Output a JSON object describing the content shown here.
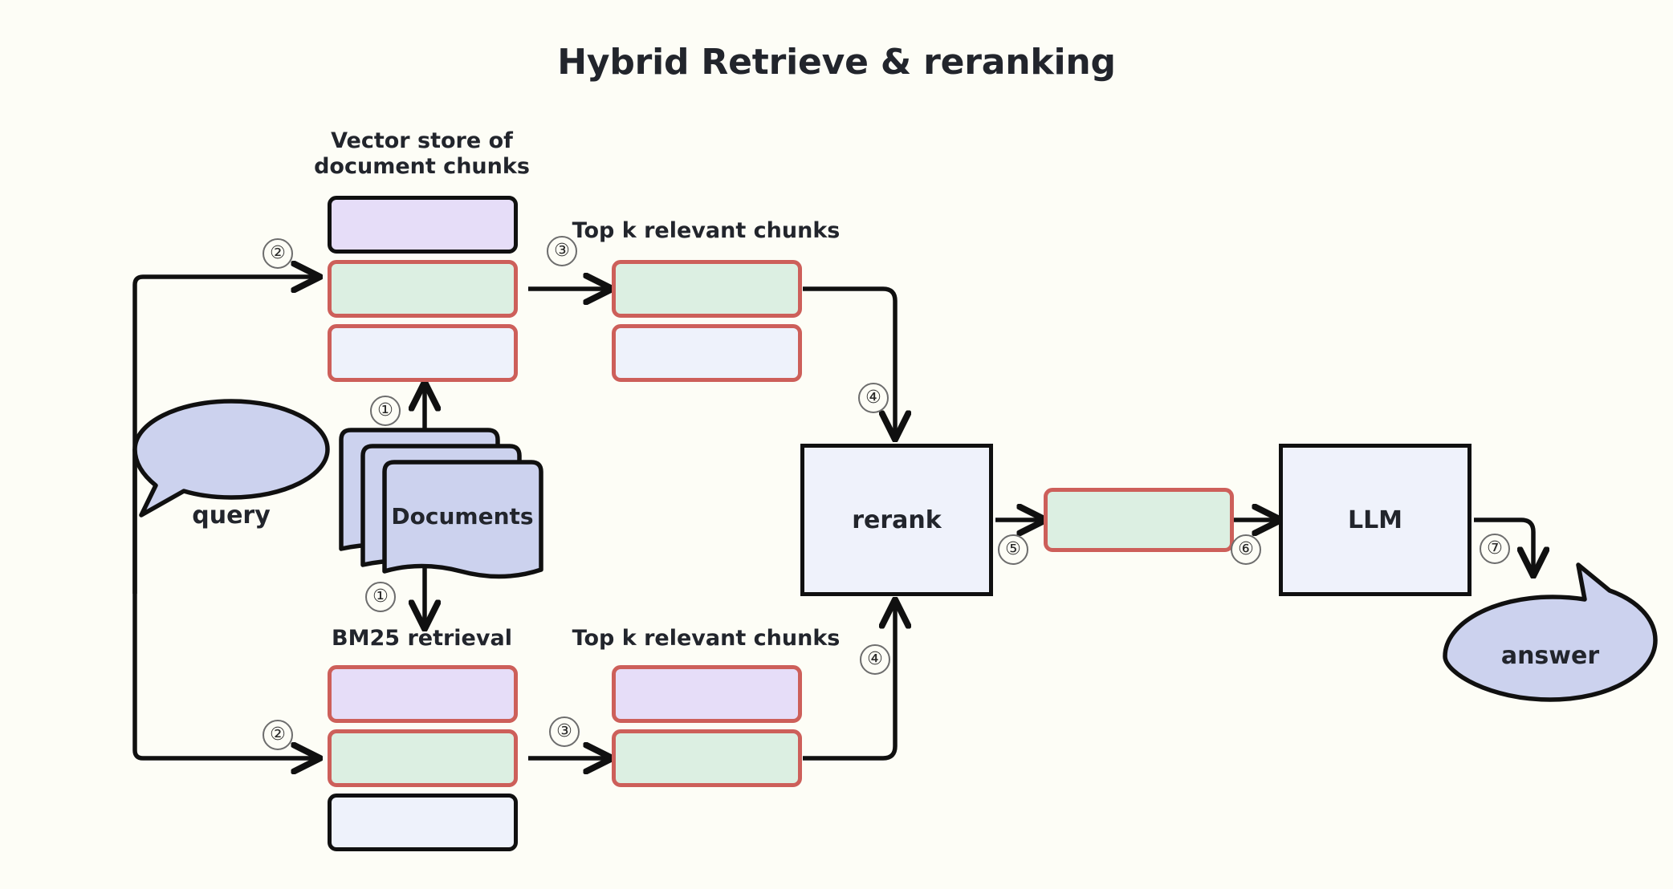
{
  "title": "Hybrid Retrieve & reranking",
  "colors": {
    "background": "#fdfdf6",
    "chunk_border_red": "#cd5f5a",
    "chunk_border_black": "#101010",
    "fill_purple": "#e6ddf8",
    "fill_green": "#dcefe2",
    "fill_blue": "#eef2fb",
    "bubble_fill": "#ccd2ee",
    "document_fill": "#ccd2ee",
    "process_fill": "#eff2fb",
    "text": "#22252c",
    "edge": "#101010"
  },
  "groups": {
    "vector_store": {
      "label": "Vector store of\ndocument chunks",
      "chunks": [
        {
          "name": "vector-chunk-1",
          "fill": "purple",
          "border": "black"
        },
        {
          "name": "vector-chunk-2",
          "fill": "green",
          "border": "red"
        },
        {
          "name": "vector-chunk-3",
          "fill": "blue",
          "border": "red"
        }
      ]
    },
    "topk_vector": {
      "label": "Top k relevant chunks",
      "chunks": [
        {
          "name": "topk-vector-chunk-1",
          "fill": "green",
          "border": "red"
        },
        {
          "name": "topk-vector-chunk-2",
          "fill": "blue",
          "border": "red"
        }
      ]
    },
    "bm25": {
      "label": "BM25 retrieval",
      "chunks": [
        {
          "name": "bm25-chunk-1",
          "fill": "purple",
          "border": "red"
        },
        {
          "name": "bm25-chunk-2",
          "fill": "green",
          "border": "red"
        },
        {
          "name": "bm25-chunk-3",
          "fill": "blue",
          "border": "black"
        }
      ]
    },
    "topk_bm25": {
      "label": "Top k relevant chunks",
      "chunks": [
        {
          "name": "topk-bm25-chunk-1",
          "fill": "purple",
          "border": "red"
        },
        {
          "name": "topk-bm25-chunk-2",
          "fill": "green",
          "border": "red"
        }
      ]
    }
  },
  "nodes": {
    "query": "query",
    "documents": "Documents",
    "rerank": "rerank",
    "reranked_chunk": "",
    "llm": "LLM",
    "answer": "answer"
  },
  "steps": [
    {
      "id": "step-1-index",
      "label": "①"
    },
    {
      "id": "step-1-bm25",
      "label": "①"
    },
    {
      "id": "step-2-vector",
      "label": "②"
    },
    {
      "id": "step-2-bm25",
      "label": "②"
    },
    {
      "id": "step-3-vector",
      "label": "③"
    },
    {
      "id": "step-3-bm25",
      "label": "③"
    },
    {
      "id": "step-4-vector",
      "label": "④"
    },
    {
      "id": "step-4-bm25",
      "label": "④"
    },
    {
      "id": "step-5-rerank-out",
      "label": "⑤"
    },
    {
      "id": "step-6-to-llm",
      "label": "⑥"
    },
    {
      "id": "step-7-to-answer",
      "label": "⑦"
    }
  ]
}
